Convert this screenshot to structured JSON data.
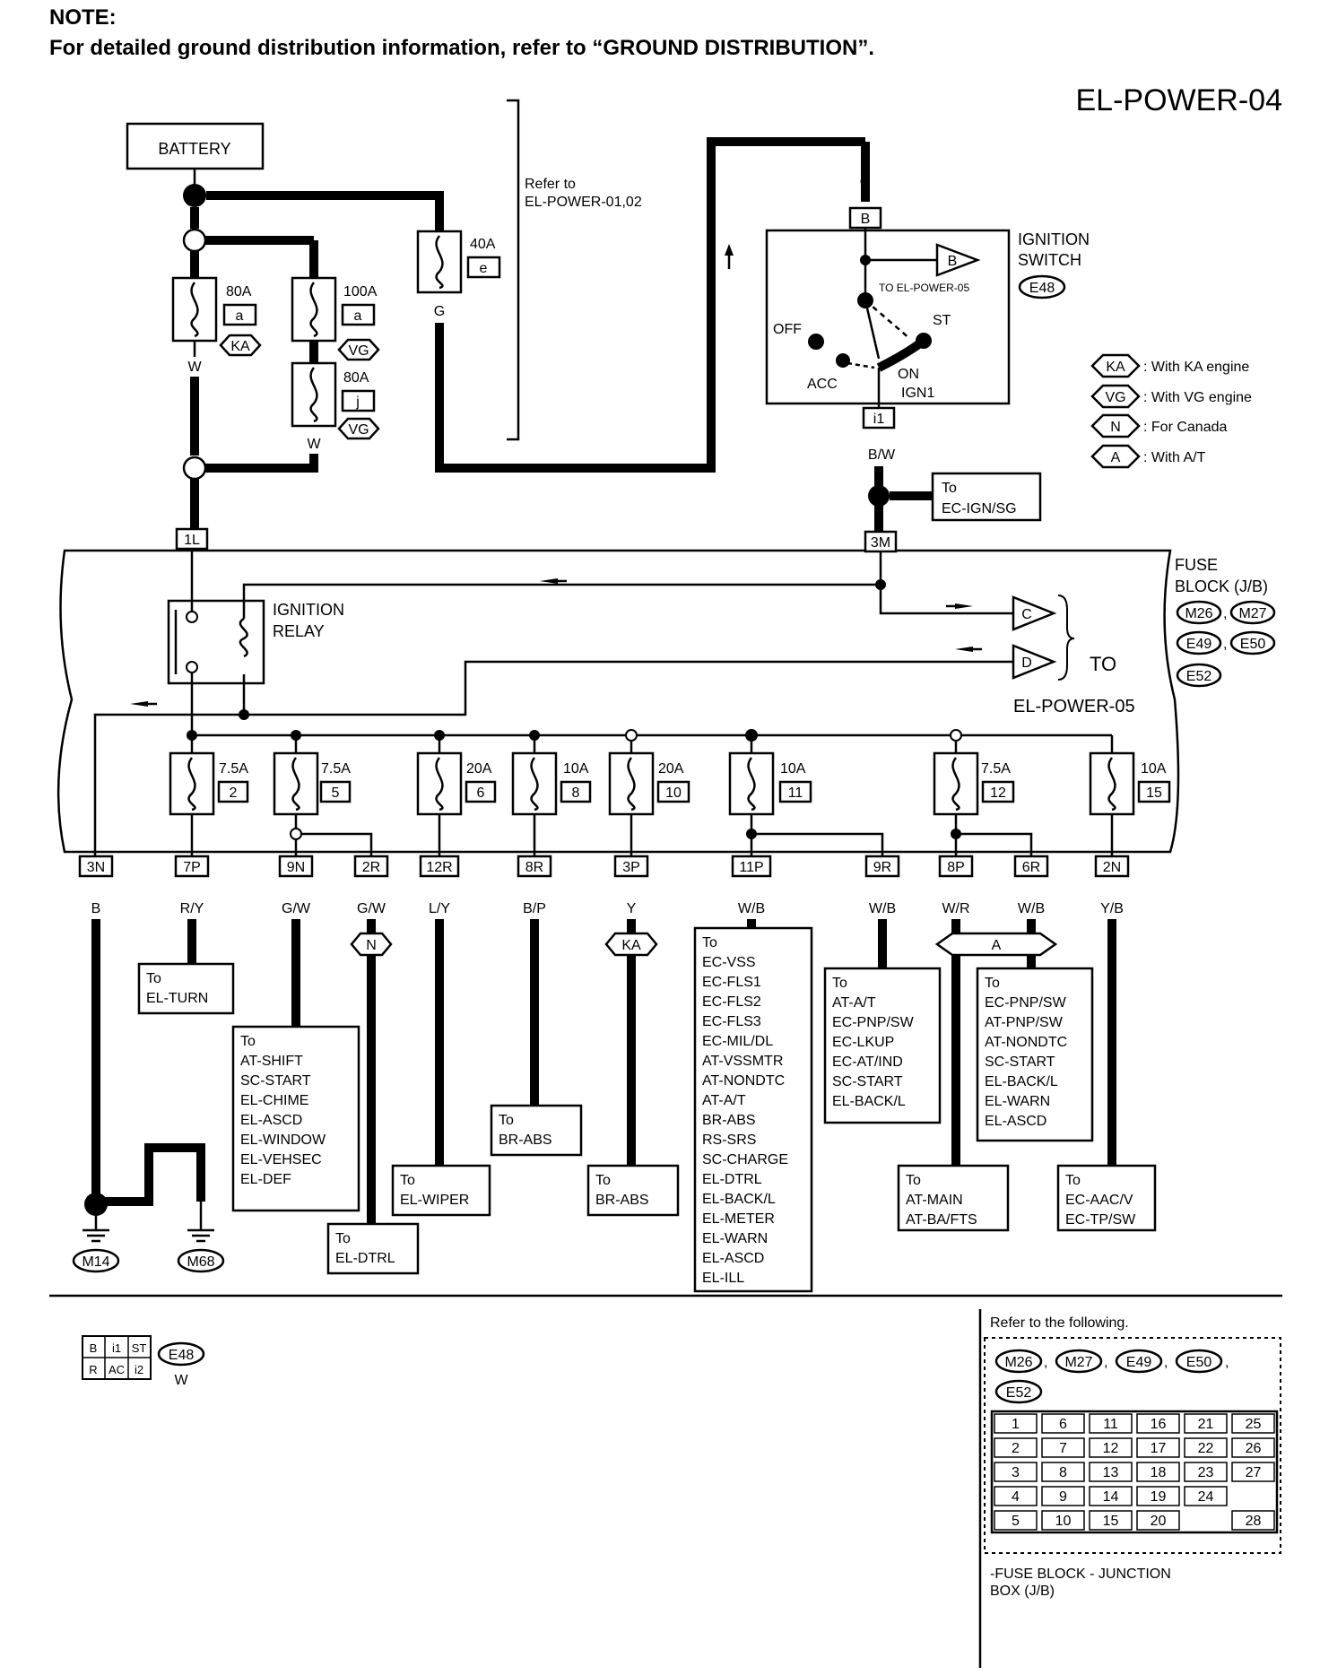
{
  "note": {
    "heading": "NOTE:",
    "text": "For detailed ground distribution information, refer to “GROUND DISTRIBUTION”."
  },
  "diagram_code": "EL-POWER-04",
  "battery": "BATTERY",
  "refer_power": [
    "Refer to",
    "EL-POWER-01,02"
  ],
  "fusible_links": [
    {
      "amp": "80A",
      "id": "a",
      "option": "KA",
      "wire": "W"
    },
    {
      "amp": "100A",
      "id": "a",
      "option": "VG"
    },
    {
      "amp": "80A",
      "id": "j",
      "option": "VG",
      "wire": "W"
    },
    {
      "amp": "40A",
      "id": "e",
      "wire": "G"
    }
  ],
  "ignition_switch": {
    "title": [
      "IGNITION",
      "SWITCH"
    ],
    "connector": "E48",
    "top_wire": "G",
    "top_terminal": "B",
    "arrow_label": "B",
    "to_label": "TO EL-POWER-05",
    "positions": [
      "OFF",
      "ACC",
      "ON",
      "ST",
      "IGN1"
    ],
    "out_terminal": "i1",
    "out_wire": "B/W"
  },
  "to_ec_ign": [
    "To",
    "EC-IGN/SG"
  ],
  "legend": [
    {
      "code": "KA",
      "text": ": With KA engine"
    },
    {
      "code": "VG",
      "text": ": With VG engine"
    },
    {
      "code": "N",
      "text": ": For Canada"
    },
    {
      "code": "A",
      "text": ": With A/T"
    }
  ],
  "fuse_block": {
    "title": [
      "FUSE",
      "BLOCK (J/B)"
    ],
    "connectors": [
      "M26",
      "M27",
      "E49",
      "E50",
      "E52"
    ],
    "relay": [
      "IGNITION",
      "RELAY"
    ],
    "in_terminals": [
      "1L",
      "3M"
    ],
    "to_label": "TO",
    "to_target": "EL-POWER-05",
    "arrows": [
      "C",
      "D"
    ]
  },
  "fuses": [
    {
      "amp": "7.5A",
      "num": "2"
    },
    {
      "amp": "7.5A",
      "num": "5"
    },
    {
      "amp": "20A",
      "num": "6"
    },
    {
      "amp": "10A",
      "num": "8"
    },
    {
      "amp": "20A",
      "num": "10"
    },
    {
      "amp": "10A",
      "num": "11"
    },
    {
      "amp": "7.5A",
      "num": "12"
    },
    {
      "amp": "10A",
      "num": "15"
    }
  ],
  "outputs": [
    {
      "term": "3N",
      "wire": "B"
    },
    {
      "term": "7P",
      "wire": "R/Y"
    },
    {
      "term": "9N",
      "wire": "G/W"
    },
    {
      "term": "2R",
      "wire": "G/W"
    },
    {
      "term": "12R",
      "wire": "L/Y"
    },
    {
      "term": "8R",
      "wire": "B/P"
    },
    {
      "term": "3P",
      "wire": "Y"
    },
    {
      "term": "11P",
      "wire": "W/B"
    },
    {
      "term": "9R",
      "wire": "W/B"
    },
    {
      "term": "8P",
      "wire": "W/R"
    },
    {
      "term": "6R",
      "wire": "W/B"
    },
    {
      "term": "2N",
      "wire": "Y/B"
    }
  ],
  "destinations": [
    {
      "lines": [
        "To",
        "EL-TURN"
      ]
    },
    {
      "lines": [
        "To",
        "AT-SHIFT",
        "SC-START",
        "EL-CHIME",
        "EL-ASCD",
        "EL-WINDOW",
        "EL-VEHSEC",
        "EL-DEF"
      ]
    },
    {
      "lines": [
        "To",
        "EL-DTRL"
      ]
    },
    {
      "lines": [
        "To",
        "EL-WIPER"
      ]
    },
    {
      "lines": [
        "To",
        "BR-ABS"
      ]
    },
    {
      "lines": [
        "To",
        "BR-ABS"
      ]
    },
    {
      "lines": [
        "To",
        "EC-VSS",
        "EC-FLS1",
        "EC-FLS2",
        "EC-FLS3",
        "EC-MIL/DL",
        "AT-VSSMTR",
        "AT-NONDTC",
        "AT-A/T",
        "BR-ABS",
        "RS-SRS",
        "SC-CHARGE",
        "EL-DTRL",
        "EL-BACK/L",
        "EL-METER",
        "EL-WARN",
        "EL-ASCD",
        "EL-ILL"
      ]
    },
    {
      "lines": [
        "To",
        "AT-A/T",
        "EC-PNP/SW",
        "EC-LKUP",
        "EC-AT/IND",
        "SC-START",
        "EL-BACK/L"
      ]
    },
    {
      "lines": [
        "To",
        "EC-PNP/SW",
        "AT-PNP/SW",
        "AT-NONDTC",
        "SC-START",
        "EL-BACK/L",
        "EL-WARN",
        "EL-ASCD"
      ]
    },
    {
      "lines": [
        "To",
        "AT-MAIN",
        "AT-BA/FTS"
      ]
    },
    {
      "lines": [
        "To",
        "EC-AAC/V",
        "EC-TP/SW"
      ]
    }
  ],
  "ground": {
    "wires": [
      "B",
      "B",
      "B"
    ],
    "connectors": [
      "M14",
      "M68"
    ]
  },
  "conn_diagram": {
    "cells_top": [
      "B",
      "i1",
      "ST"
    ],
    "cells_bot": [
      "R",
      "AC",
      "i2"
    ],
    "code": "E48",
    "color": "W"
  },
  "refer_following": {
    "title": "Refer to the following.",
    "connectors": [
      "M26",
      "M27",
      "E49",
      "E50",
      "E52"
    ],
    "grid": [
      [
        "1",
        "6",
        "11",
        "16",
        "21",
        "25"
      ],
      [
        "2",
        "7",
        "12",
        "17",
        "22",
        "26"
      ],
      [
        "3",
        "8",
        "13",
        "18",
        "23",
        "27"
      ],
      [
        "4",
        "9",
        "14",
        "19",
        "24",
        ""
      ],
      [
        "5",
        "10",
        "15",
        "20",
        "",
        "28"
      ]
    ],
    "caption": [
      "-FUSE BLOCK - JUNCTION",
      "BOX (J/B)"
    ]
  }
}
